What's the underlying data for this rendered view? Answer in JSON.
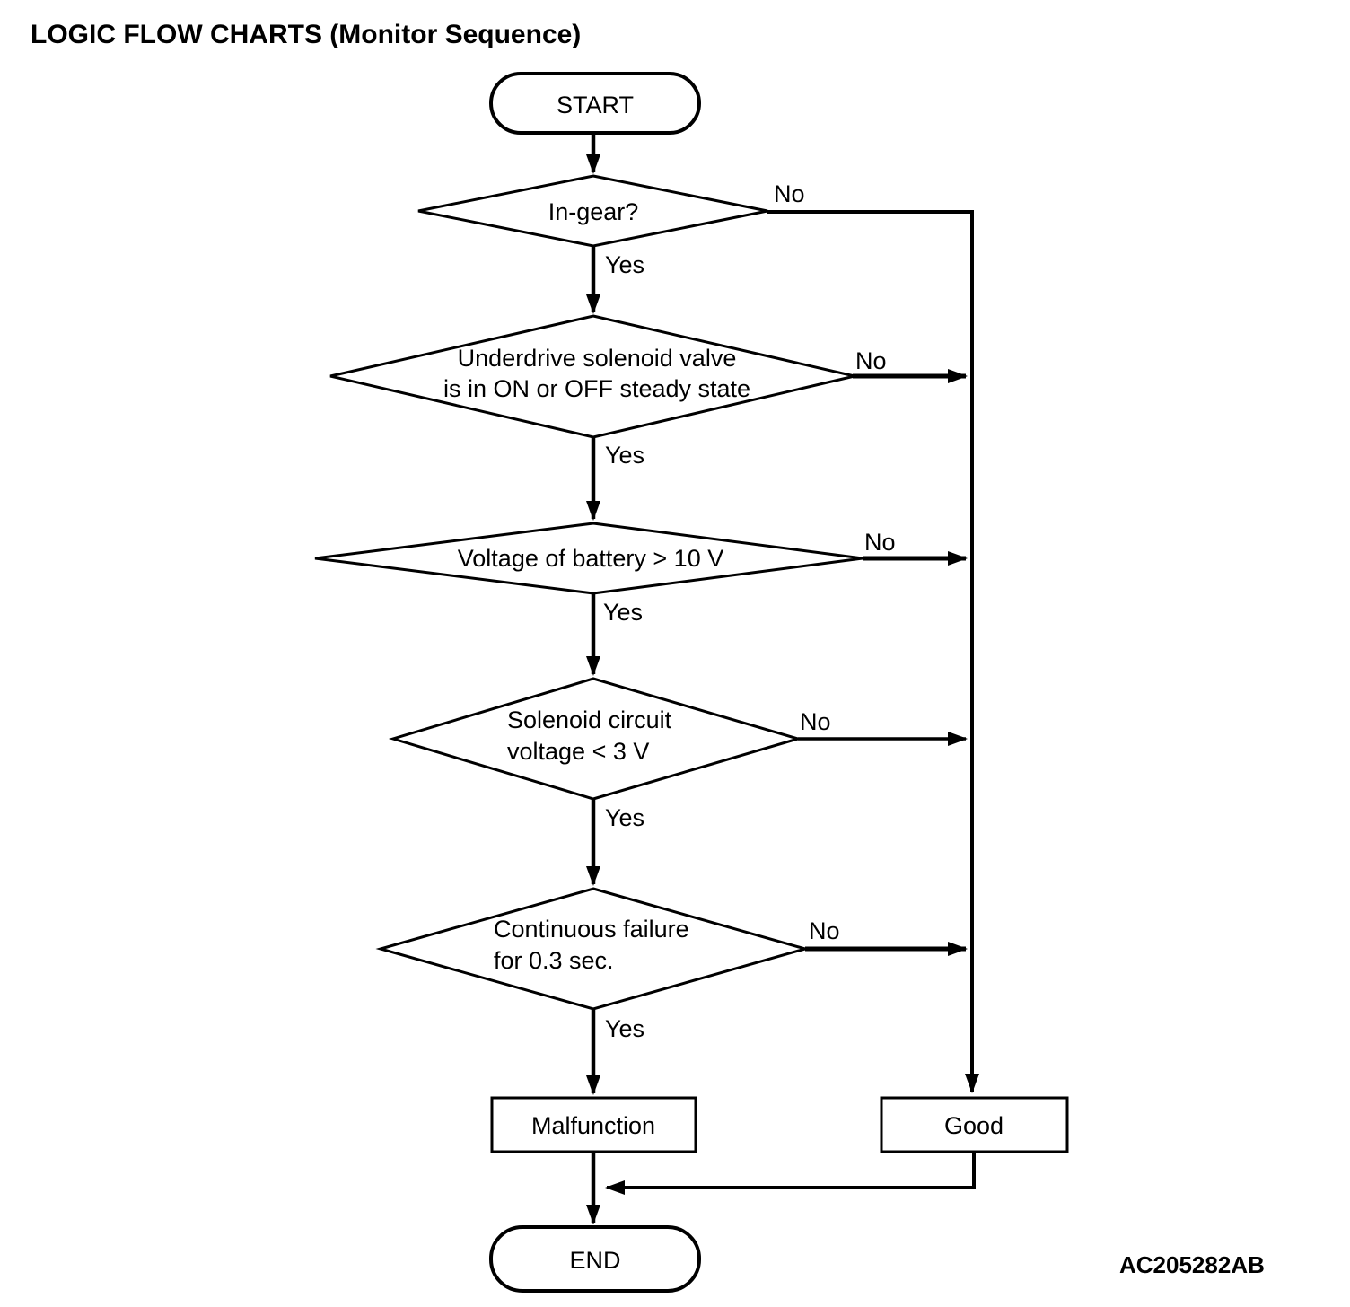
{
  "title": "LOGIC FLOW CHARTS (Monitor Sequence)",
  "figure_code": "AC205282AB",
  "labels": {
    "yes": "Yes",
    "no": "No"
  },
  "nodes": {
    "start": {
      "type": "terminator",
      "label": "START"
    },
    "in_gear": {
      "type": "decision",
      "label": "In-gear?"
    },
    "solenoid_steady": {
      "type": "decision",
      "line1": "Underdrive solenoid valve",
      "line2": "is in ON or OFF steady state"
    },
    "battery_voltage": {
      "type": "decision",
      "label": "Voltage of battery > 10 V"
    },
    "circuit_voltage": {
      "type": "decision",
      "line1": "Solenoid circuit",
      "line2": "voltage < 3 V"
    },
    "continuous_failure": {
      "type": "decision",
      "line1": "Continuous failure",
      "line2": "for 0.3 sec."
    },
    "malfunction": {
      "type": "process",
      "label": "Malfunction"
    },
    "good": {
      "type": "process",
      "label": "Good"
    },
    "end": {
      "type": "terminator",
      "label": "END"
    }
  },
  "edges": [
    {
      "from": "start",
      "to": "in_gear",
      "label": ""
    },
    {
      "from": "in_gear",
      "to": "solenoid_steady",
      "label": "Yes"
    },
    {
      "from": "in_gear",
      "to": "good",
      "label": "No"
    },
    {
      "from": "solenoid_steady",
      "to": "battery_voltage",
      "label": "Yes"
    },
    {
      "from": "solenoid_steady",
      "to": "good",
      "label": "No"
    },
    {
      "from": "battery_voltage",
      "to": "circuit_voltage",
      "label": "Yes"
    },
    {
      "from": "battery_voltage",
      "to": "good",
      "label": "No"
    },
    {
      "from": "circuit_voltage",
      "to": "continuous_failure",
      "label": "Yes"
    },
    {
      "from": "circuit_voltage",
      "to": "good",
      "label": "No"
    },
    {
      "from": "continuous_failure",
      "to": "malfunction",
      "label": "Yes"
    },
    {
      "from": "continuous_failure",
      "to": "good",
      "label": "No"
    },
    {
      "from": "malfunction",
      "to": "end",
      "label": ""
    },
    {
      "from": "good",
      "to": "end",
      "label": ""
    }
  ],
  "colors": {
    "line": "#000000",
    "background": "#ffffff",
    "text": "#000000"
  }
}
